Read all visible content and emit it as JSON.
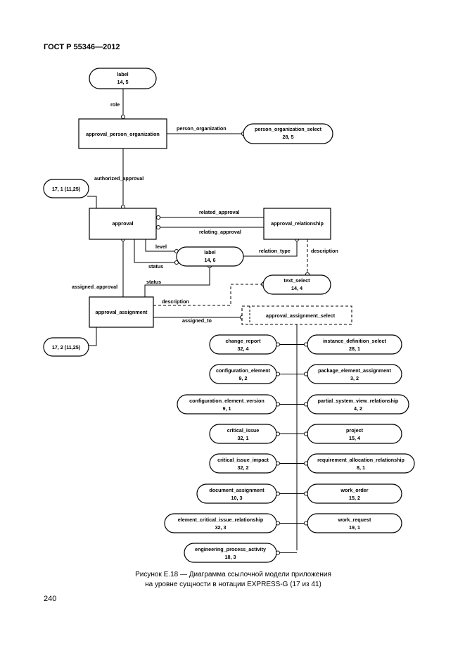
{
  "header": "ГОСТ Р 55346—2012",
  "page_number": "240",
  "caption": {
    "line1": "Рисунок E.18 — Диаграмма ссылочной модели приложения",
    "line2": "на уровне сущности в нотации EXPRESS-G (17 из 41)"
  },
  "entities": {
    "approval_person_organization": "approval_person_organization",
    "approval": "approval",
    "approval_relationship": "approval_relationship",
    "approval_assignment": "approval_assignment"
  },
  "select": {
    "approval_assignment_select": "approval_assignment_select"
  },
  "references": {
    "label": {
      "name": "label",
      "ref": "14, 5"
    },
    "person_organization_select": {
      "name": "person_organization_select",
      "ref": "28, 5"
    },
    "label2": {
      "name": "label",
      "ref": "14, 6"
    },
    "text_select": {
      "name": "text_select",
      "ref": "14, 4"
    },
    "page_ref_top": "17, 1 (11,25)",
    "page_ref_bottom": "17, 2 (11,25)"
  },
  "attributes": {
    "role": "role",
    "person_organization": "person_organization",
    "authorized_approval": "authorized_approval",
    "related_approval": "related_approval",
    "relating_approval": "relating_approval",
    "level": "level",
    "status_a": "status",
    "relation_type": "relation_type",
    "description_a": "description",
    "assigned_approval": "assigned_approval",
    "status_b": "status",
    "description_b": "description",
    "assigned_to": "assigned_to"
  },
  "left_items": [
    {
      "name": "change_report",
      "ref": "32, 4"
    },
    {
      "name": "configuration_element",
      "ref": "9, 2"
    },
    {
      "name": "configuration_element_version",
      "ref": "9, 1"
    },
    {
      "name": "critical_issue",
      "ref": "32, 1"
    },
    {
      "name": "critical_issue_impact",
      "ref": "32, 2"
    },
    {
      "name": "document_assignment",
      "ref": "10, 3"
    },
    {
      "name": "element_critical_issue_relationship",
      "ref": "32, 3"
    },
    {
      "name": "engineering_process_activity",
      "ref": "18, 3"
    }
  ],
  "right_items": [
    {
      "name": "instance_definition_select",
      "ref": "28, 1"
    },
    {
      "name": "package_element_assignment",
      "ref": "3, 2"
    },
    {
      "name": "partial_system_view_relationship",
      "ref": "4, 2"
    },
    {
      "name": "project",
      "ref": "15, 4"
    },
    {
      "name": "requirement_allocation_relationship",
      "ref": "8, 1"
    },
    {
      "name": "work_order",
      "ref": "15, 2"
    },
    {
      "name": "work_request",
      "ref": "19, 1"
    }
  ]
}
